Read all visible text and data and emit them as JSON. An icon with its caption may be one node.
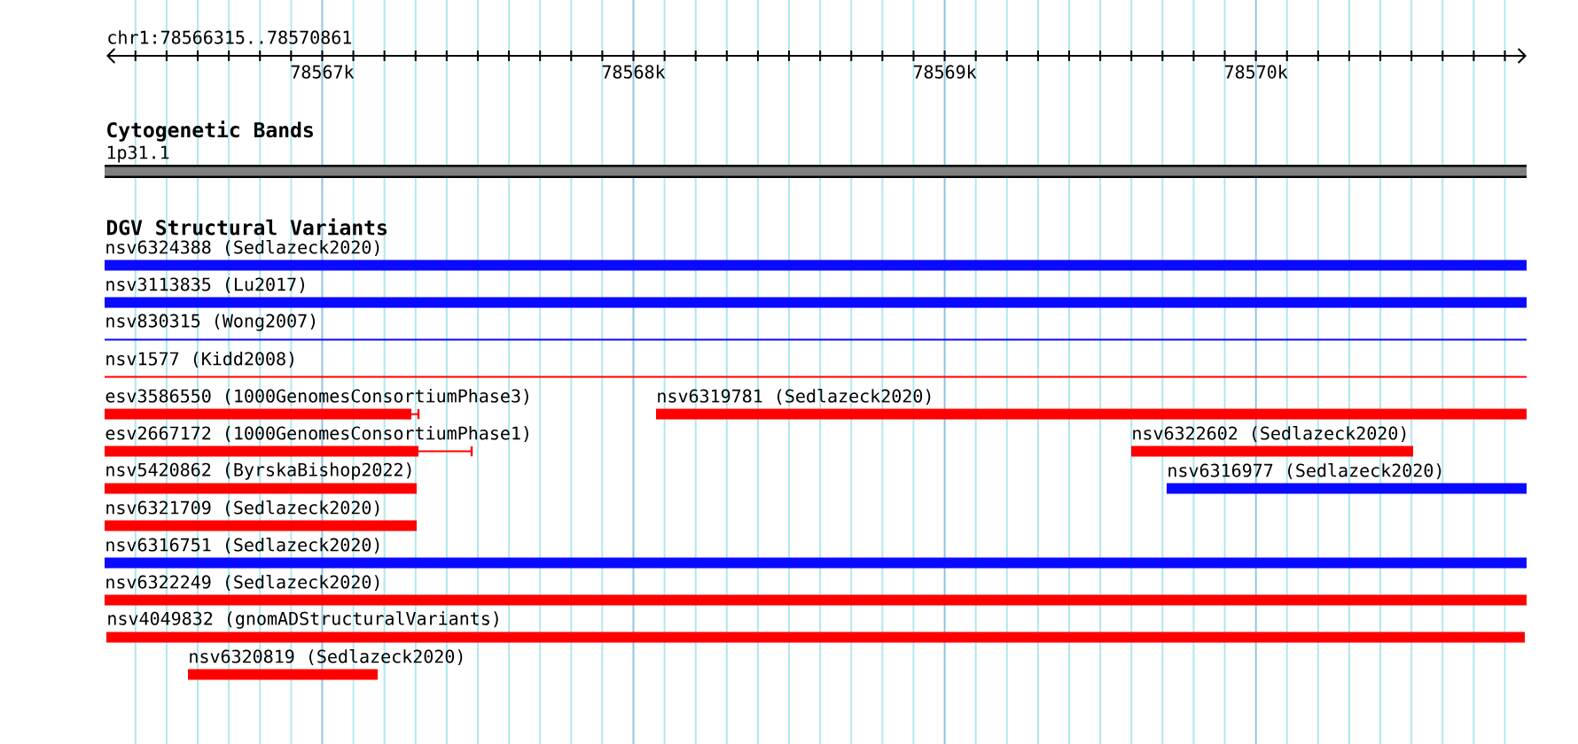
{
  "diagram": {
    "nodes": [
      {
        "text": [
          "1p31.1"
        ]
      },
      {
        "text": [
          "nsv6324388 (Sedlazeck2020)"
        ]
      },
      {
        "text": [
          "nsv3113835 (Lu2017)"
        ]
      },
      {
        "text": [
          "nsv830315 (Wong2007)"
        ]
      },
      {
        "text": [
          "nsv1577 (Kidd2008)"
        ]
      },
      {
        "text": [
          "esv3586550 (1000GenomesConsortiumPhase3)"
        ]
      },
      {
        "text": [
          "nsv6319781 (Sedlazeck2020)"
        ]
      },
      {
        "text": [
          "esv2667172 (1000GenomesConsortiumPhase1)"
        ]
      },
      {
        "text": [
          "nsv6322602 (Sedlazeck2020)"
        ]
      },
      {
        "text": [
          "nsv5420862 (ByrskaBishop2022)"
        ]
      },
      {
        "text": [
          "nsv6316977 (Sedlazeck2020)"
        ]
      },
      {
        "text": [
          "nsv6321709 (Sedlazeck2020)"
        ]
      },
      {
        "text": [
          "nsv6316751 (Sedlazeck2020)"
        ]
      },
      {
        "text": [
          "nsv6322249 (Sedlazeck2020)"
        ]
      },
      {
        "text": [
          "nsv4049832 (gnomADStructuralVariants)"
        ]
      },
      {
        "text": [
          "nsv6320819 (Sedlazeck2020)"
        ]
      }
    ],
    "labels": [
      "chr1:78566315..78570861",
      "78567k",
      "78568k",
      "78569k",
      "78570k",
      "Cytogenetic Bands",
      "DGV Structural Variants"
    ]
  }
}
